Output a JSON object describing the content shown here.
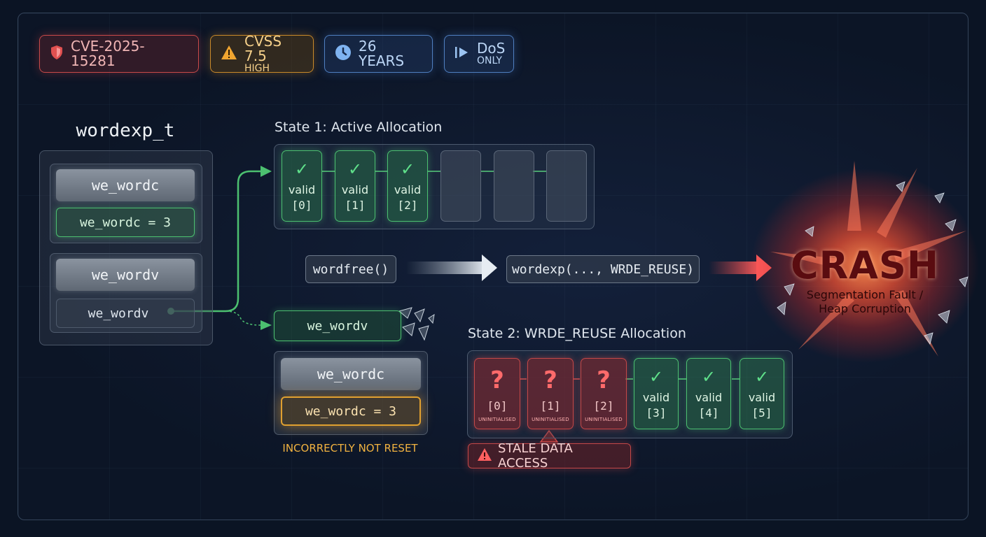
{
  "badges": {
    "cve": "CVE-2025-15281",
    "cvss_main": "CVSS 7.5",
    "cvss_sub": "HIGH",
    "years": "26 YEARS",
    "dos_main": "DoS",
    "dos_sub": "ONLY"
  },
  "struct": {
    "title": "wordexp_t",
    "wordc_label": "we_wordc",
    "wordc_value": "we_wordc = 3",
    "wordv_label": "we_wordv",
    "wordv_value": "we_wordv"
  },
  "state1": {
    "label": "State 1: Active Allocation",
    "cells": [
      {
        "top": "valid",
        "bottom": "[0]"
      },
      {
        "top": "valid",
        "bottom": "[1]"
      },
      {
        "top": "valid",
        "bottom": "[2]"
      }
    ]
  },
  "functions": {
    "free": "wordfree()",
    "reuse": "wordexp(..., WRDE_REUSE)"
  },
  "pointer": "we_wordv",
  "reset": {
    "wordc_label": "we_wordc",
    "wordc_value": "we_wordc = 3",
    "warning": "INCORRECTLY NOT RESET"
  },
  "state2": {
    "label": "State 2: WRDE_REUSE Allocation",
    "bad_cells": [
      {
        "index": "[0]",
        "note": "UNINITIALISED"
      },
      {
        "index": "[1]",
        "note": "UNINITIALISED"
      },
      {
        "index": "[2]",
        "note": "UNINITIALISED"
      }
    ],
    "good_cells": [
      {
        "top": "valid",
        "bottom": "[3]"
      },
      {
        "top": "valid",
        "bottom": "[4]"
      },
      {
        "top": "valid",
        "bottom": "[5]"
      }
    ],
    "stale": "STALE DATA ACCESS"
  },
  "crash": {
    "title": "CRASH",
    "line1": "Segmentation Fault /",
    "line2": "Heap Corruption"
  },
  "colors": {
    "green": "#4cc070",
    "red": "#c44848",
    "orange": "#e0a030",
    "blue": "#4f7fc0"
  }
}
